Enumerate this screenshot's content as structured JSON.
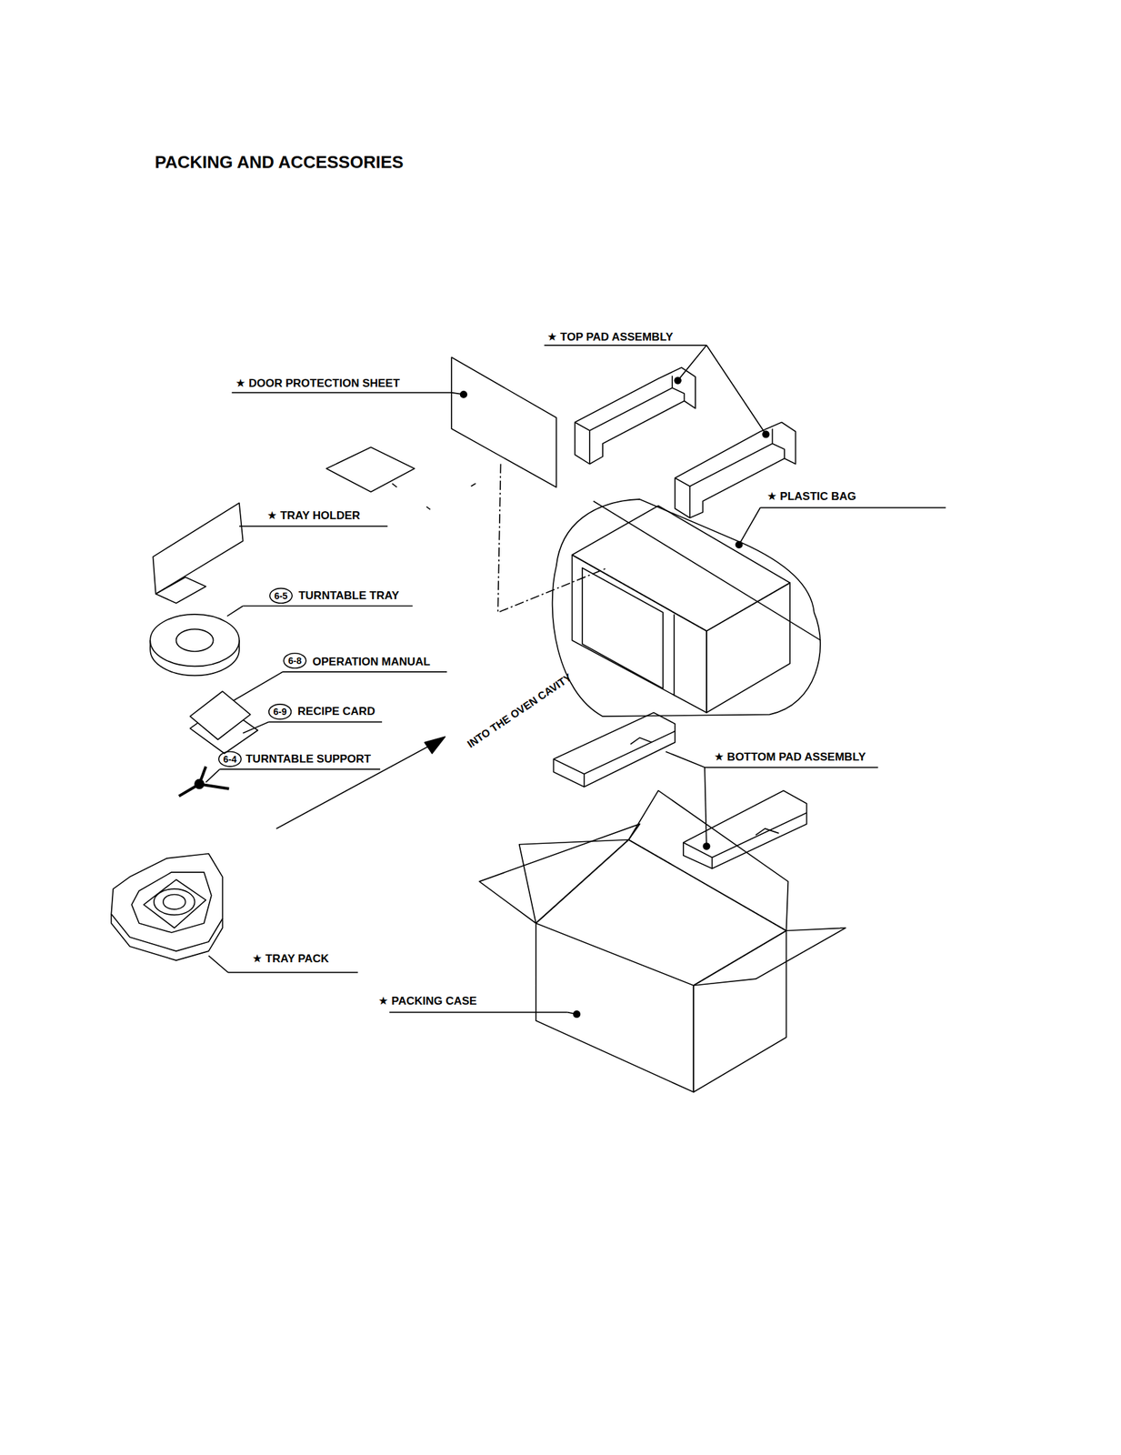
{
  "diagram": {
    "title": "PACKING AND ACCESSORIES",
    "labels": [
      "★ TOP PAD ASSEMBLY",
      "★ DOOR PROTECTION SHEET",
      "★ TRAY HOLDER",
      "★ PLASTIC BAG",
      "6-5",
      "TURNTABLE TRAY",
      "6-8",
      "OPERATION MANUAL",
      "6-9",
      "RECIPE CARD",
      "6-4",
      "TURNTABLE SUPPORT",
      "INTO THE OVEN CAVITY",
      "★ BOTTOM PAD ASSEMBLY",
      "★ TRAY PACK",
      "★ PACKING CASE"
    ]
  }
}
